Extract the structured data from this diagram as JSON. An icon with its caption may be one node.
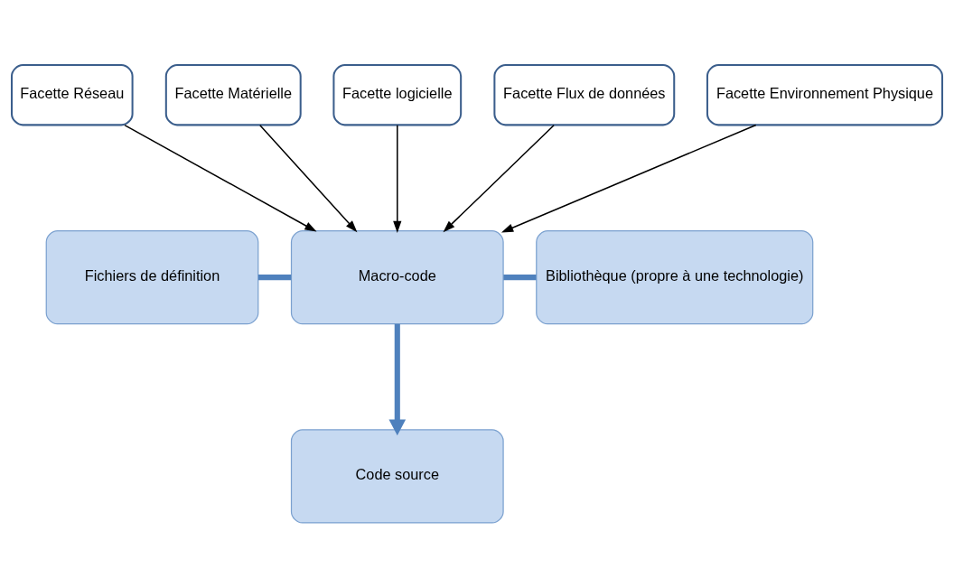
{
  "diagram": {
    "nodes": [
      {
        "text": [
          "Facette Réseau"
        ]
      },
      {
        "text": [
          "Facette Matérielle"
        ]
      },
      {
        "text": [
          "Facette logicielle"
        ]
      },
      {
        "text": [
          "Facette Flux de données"
        ]
      },
      {
        "text": [
          "Facette Environnement Physique"
        ]
      },
      {
        "text": [
          "Fichiers de définition"
        ]
      },
      {
        "text": [
          "Macro-code"
        ]
      },
      {
        "text": [
          "Bibliothèque (propre à une technologie)"
        ]
      },
      {
        "text": [
          "Code source"
        ]
      }
    ],
    "edges": [
      {
        "from": 0,
        "to": 6,
        "arrow": "to"
      },
      {
        "from": 1,
        "to": 6,
        "arrow": "to"
      },
      {
        "from": 2,
        "to": 6,
        "arrow": "to"
      },
      {
        "from": 3,
        "to": 6,
        "arrow": "to"
      },
      {
        "from": 4,
        "to": 6,
        "arrow": "to"
      },
      {
        "from": 5,
        "to": 6,
        "arrow": "none",
        "style": "thick",
        "color": "#4f81bd"
      },
      {
        "from": 6,
        "to": 7,
        "arrow": "none",
        "style": "thick",
        "color": "#4f81bd"
      },
      {
        "from": 6,
        "to": 8,
        "arrow": "to",
        "style": "thick",
        "color": "#4f81bd"
      }
    ]
  }
}
